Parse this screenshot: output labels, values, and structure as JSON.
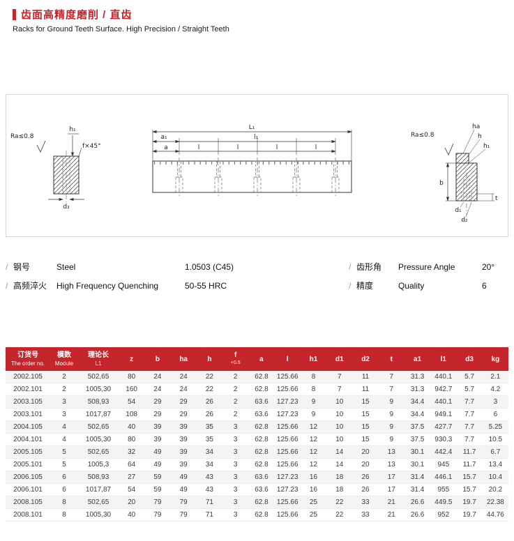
{
  "header": {
    "title_zh": "齿面高精度磨削 / 直齿",
    "subtitle_en": "Racks for Ground Teeth Surface. High Precision / Straight Teeth",
    "accent_color": "#c5262c"
  },
  "drawing": {
    "left_view": {
      "ra": "Ra≤0.8",
      "h1": "h₁",
      "f45": "f×45°",
      "d3": "d₃"
    },
    "center_view": {
      "L1": "L₁",
      "l1": "l₁",
      "a1": "a₁",
      "a": "a",
      "l": "l"
    },
    "right_view": {
      "ra": "Ra≤0.8",
      "ha": "ha",
      "h": "h",
      "h1": "h₁",
      "b": "b",
      "d1": "d₁",
      "d2": "d₂",
      "t": "t"
    }
  },
  "specs": {
    "left": [
      {
        "prefix": "/",
        "zh": "钢号",
        "en": "Steel",
        "value": "1.0503 (C45)"
      },
      {
        "prefix": "/",
        "zh": "高频淬火",
        "en": "High Frequency Quenching",
        "value": "50-55 HRC"
      }
    ],
    "right": [
      {
        "prefix": "/",
        "zh": "齿形角",
        "en": "Pressure Angle",
        "value": "20°"
      },
      {
        "prefix": "/",
        "zh": "精度",
        "en": "Quality",
        "value": "6"
      }
    ]
  },
  "table": {
    "header_color": "#c5262c",
    "columns": [
      {
        "zh": "订货号",
        "en": "The order no."
      },
      {
        "zh": "模数",
        "en": "Module"
      },
      {
        "zh": "理论长",
        "en": "L1"
      },
      {
        "label": "z"
      },
      {
        "label": "b"
      },
      {
        "label": "ha"
      },
      {
        "label": "h"
      },
      {
        "label": "f",
        "sup": "+0.5"
      },
      {
        "label": "a"
      },
      {
        "label": "l"
      },
      {
        "label": "h1"
      },
      {
        "label": "d1"
      },
      {
        "label": "d2"
      },
      {
        "label": "t"
      },
      {
        "label": "a1"
      },
      {
        "label": "l1"
      },
      {
        "label": "d3"
      },
      {
        "label": "kg"
      }
    ],
    "rows": [
      [
        "2002.105",
        "2",
        "502,65",
        "80",
        "24",
        "24",
        "22",
        "2",
        "62.8",
        "125.66",
        "8",
        "7",
        "11",
        "7",
        "31.3",
        "440.1",
        "5.7",
        "2.1"
      ],
      [
        "2002.101",
        "2",
        "1005,30",
        "160",
        "24",
        "24",
        "22",
        "2",
        "62.8",
        "125.66",
        "8",
        "7",
        "11",
        "7",
        "31.3",
        "942.7",
        "5.7",
        "4.2"
      ],
      [
        "2003.105",
        "3",
        "508,93",
        "54",
        "29",
        "29",
        "26",
        "2",
        "63.6",
        "127.23",
        "9",
        "10",
        "15",
        "9",
        "34.4",
        "440.1",
        "7.7",
        "3"
      ],
      [
        "2003.101",
        "3",
        "1017,87",
        "108",
        "29",
        "29",
        "26",
        "2",
        "63.6",
        "127.23",
        "9",
        "10",
        "15",
        "9",
        "34.4",
        "949.1",
        "7.7",
        "6"
      ],
      [
        "2004.105",
        "4",
        "502,65",
        "40",
        "39",
        "39",
        "35",
        "3",
        "62.8",
        "125.66",
        "12",
        "10",
        "15",
        "9",
        "37.5",
        "427.7",
        "7.7",
        "5.25"
      ],
      [
        "2004.101",
        "4",
        "1005,30",
        "80",
        "39",
        "39",
        "35",
        "3",
        "62.8",
        "125.66",
        "12",
        "10",
        "15",
        "9",
        "37.5",
        "930.3",
        "7.7",
        "10.5"
      ],
      [
        "2005.105",
        "5",
        "502,65",
        "32",
        "49",
        "39",
        "34",
        "3",
        "62.8",
        "125.66",
        "12",
        "14",
        "20",
        "13",
        "30.1",
        "442.4",
        "11.7",
        "6.7"
      ],
      [
        "2005.101",
        "5",
        "1005,3",
        "64",
        "49",
        "39",
        "34",
        "3",
        "62.8",
        "125.66",
        "12",
        "14",
        "20",
        "13",
        "30.1",
        "945",
        "11.7",
        "13.4"
      ],
      [
        "2006.105",
        "6",
        "508,93",
        "27",
        "59",
        "49",
        "43",
        "3",
        "63.6",
        "127.23",
        "16",
        "18",
        "26",
        "17",
        "31.4",
        "446.1",
        "15.7",
        "10.4"
      ],
      [
        "2006.101",
        "6",
        "1017,87",
        "54",
        "59",
        "49",
        "43",
        "3",
        "63.6",
        "127.23",
        "16",
        "18",
        "26",
        "17",
        "31.4",
        "955",
        "15.7",
        "20.2"
      ],
      [
        "2008.105",
        "8",
        "502,65",
        "20",
        "79",
        "79",
        "71",
        "3",
        "62.8",
        "125.66",
        "25",
        "22",
        "33",
        "21",
        "26.6",
        "449.5",
        "19.7",
        "22.38"
      ],
      [
        "2008.101",
        "8",
        "1005,30",
        "40",
        "79",
        "79",
        "71",
        "3",
        "62.8",
        "125.66",
        "25",
        "22",
        "33",
        "21",
        "26.6",
        "952",
        "19.7",
        "44.76"
      ]
    ]
  }
}
